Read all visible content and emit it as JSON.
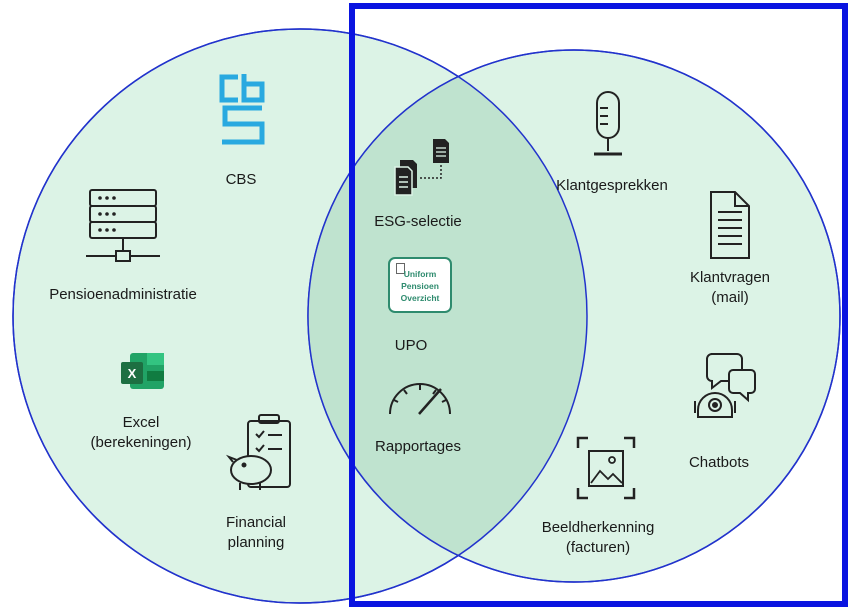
{
  "diagram": {
    "left_circle_items": [
      {
        "id": "cbs",
        "label": "CBS"
      },
      {
        "id": "pensioenadministratie",
        "label": "Pensioenadministratie"
      },
      {
        "id": "excel",
        "label_lines": [
          "Excel",
          "(berekeningen)"
        ]
      },
      {
        "id": "financial-planning",
        "label_lines": [
          "Financial",
          "planning"
        ]
      }
    ],
    "overlap_items": [
      {
        "id": "esg",
        "label": "ESG-selectie"
      },
      {
        "id": "upo",
        "label": "UPO",
        "badge_lines": [
          "Uniform",
          "Pensioen",
          "Overzicht"
        ]
      },
      {
        "id": "rapportages",
        "label": "Rapportages"
      }
    ],
    "right_circle_items": [
      {
        "id": "klantgesprekken",
        "label": "Klantgesprekken"
      },
      {
        "id": "klantvragen",
        "label_lines": [
          "Klantvragen",
          "(mail)"
        ]
      },
      {
        "id": "chatbots",
        "label": "Chatbots"
      },
      {
        "id": "beeldherkenning",
        "label_lines": [
          "Beeldherkenning",
          "(facturen)"
        ]
      }
    ],
    "icon_names": [
      "cbs-logo",
      "server-icon",
      "excel-icon",
      "piggy-bank-checklist-icon",
      "documents-icon",
      "upo-badge",
      "speedometer-icon",
      "microphone-icon",
      "document-icon",
      "chatbot-icon",
      "image-recognition-icon"
    ],
    "colors": {
      "circle_fill": "#dcf3e6",
      "overlap_fill": "#bfe3cf",
      "circle_stroke": "#2233cc",
      "frame_stroke": "#0a14e0",
      "cbs_blue": "#29a9e0",
      "excel_green": "#1d6f42",
      "upo_green": "#2e8b6e"
    }
  }
}
